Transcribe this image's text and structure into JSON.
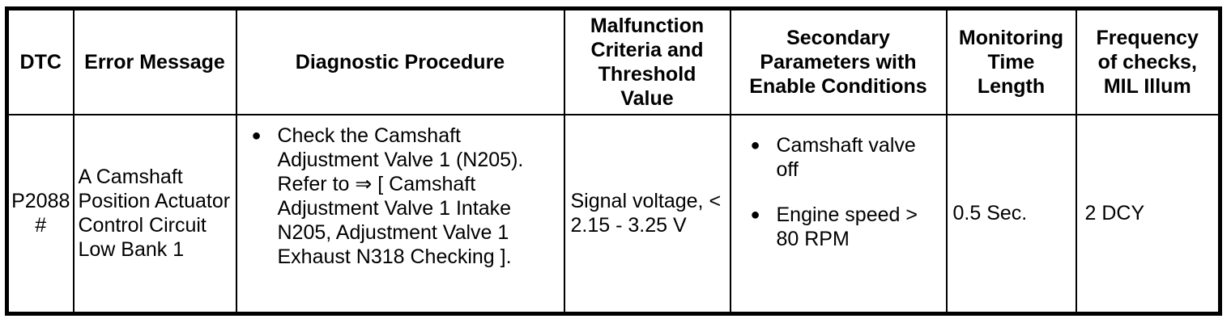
{
  "colors": {
    "border": "#000000",
    "text": "#000000",
    "background": "#ffffff"
  },
  "icons": {
    "bullet": "●"
  },
  "table": {
    "columns": [
      "DTC",
      "Error Message",
      "Diagnostic Procedure",
      "Malfunction Criteria and Threshold Value",
      "Secondary Parameters with Enable Conditions",
      "Monitoring Time Length",
      "Frequency of checks, MIL Illum"
    ],
    "rows": [
      {
        "dtc": "P2088\n#",
        "error_message": "A Camshaft Position Actuator Control Circuit Low Bank 1",
        "diagnostic_procedure": [
          "Check the Camshaft Adjustment Valve 1 (N205). Refer to ⇒ [ Camshaft Adjustment Valve 1 Intake N205, Adjustment Valve 1 Exhaust N318 Checking ]."
        ],
        "malfunction_criteria": "Signal voltage, < 2.15 - 3.25 V",
        "secondary_parameters": [
          "Camshaft valve off",
          "Engine speed > 80 RPM"
        ],
        "monitoring_time": "0.5 Sec.",
        "frequency_mil": "2 DCY"
      }
    ]
  }
}
